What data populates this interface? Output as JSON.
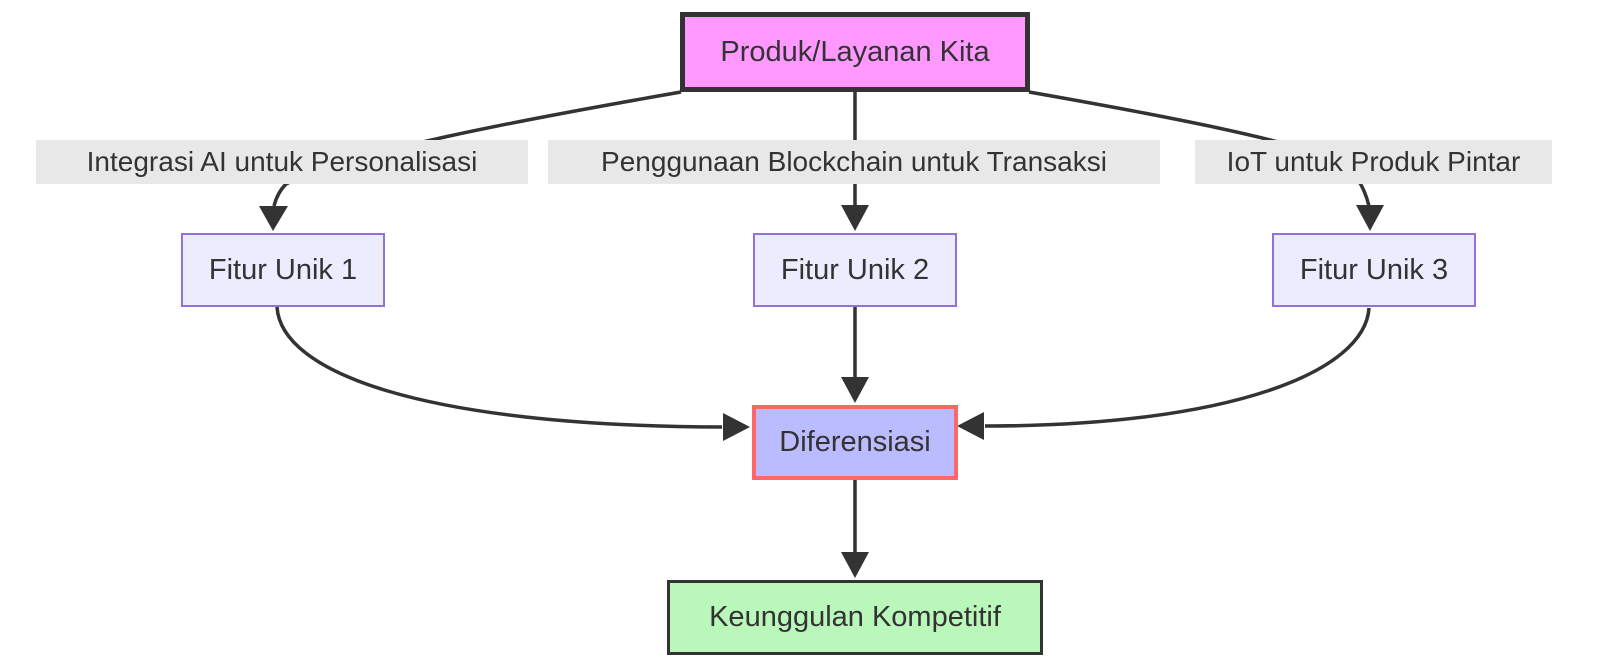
{
  "diagram": {
    "type": "flowchart",
    "direction": "top-down",
    "background_color": "#ffffff",
    "edge_color": "#333333",
    "text_color": "#333333",
    "nodes": {
      "produk": {
        "label": "Produk/Layanan Kita",
        "fill": "#ff99ff",
        "stroke": "#333333"
      },
      "fitur1": {
        "label": "Fitur Unik 1",
        "fill": "#ececff",
        "stroke": "#9370db"
      },
      "fitur2": {
        "label": "Fitur Unik 2",
        "fill": "#ececff",
        "stroke": "#9370db"
      },
      "fitur3": {
        "label": "Fitur Unik 3",
        "fill": "#ececff",
        "stroke": "#9370db"
      },
      "diferensiasi": {
        "label": "Diferensiasi",
        "fill": "#bbbbff",
        "stroke": "#ff6666"
      },
      "keunggulan": {
        "label": "Keunggulan Kompetitif",
        "fill": "#baf7ba",
        "stroke": "#333333"
      }
    },
    "edge_labels": {
      "label1": {
        "text": "Integrasi AI untuk Personalisasi",
        "background": "#e8e8e8"
      },
      "label2": {
        "text": "Penggunaan Blockchain untuk Transaksi",
        "background": "#e8e8e8"
      },
      "label3": {
        "text": "IoT untuk Produk Pintar",
        "background": "#e8e8e8"
      }
    },
    "edges": [
      {
        "from": "produk",
        "to": "fitur1",
        "label": "Integrasi AI untuk Personalisasi"
      },
      {
        "from": "produk",
        "to": "fitur2",
        "label": "Penggunaan Blockchain untuk Transaksi"
      },
      {
        "from": "produk",
        "to": "fitur3",
        "label": "IoT untuk Produk Pintar"
      },
      {
        "from": "fitur1",
        "to": "diferensiasi",
        "label": ""
      },
      {
        "from": "fitur2",
        "to": "diferensiasi",
        "label": ""
      },
      {
        "from": "fitur3",
        "to": "diferensiasi",
        "label": ""
      },
      {
        "from": "diferensiasi",
        "to": "keunggulan",
        "label": ""
      }
    ]
  }
}
